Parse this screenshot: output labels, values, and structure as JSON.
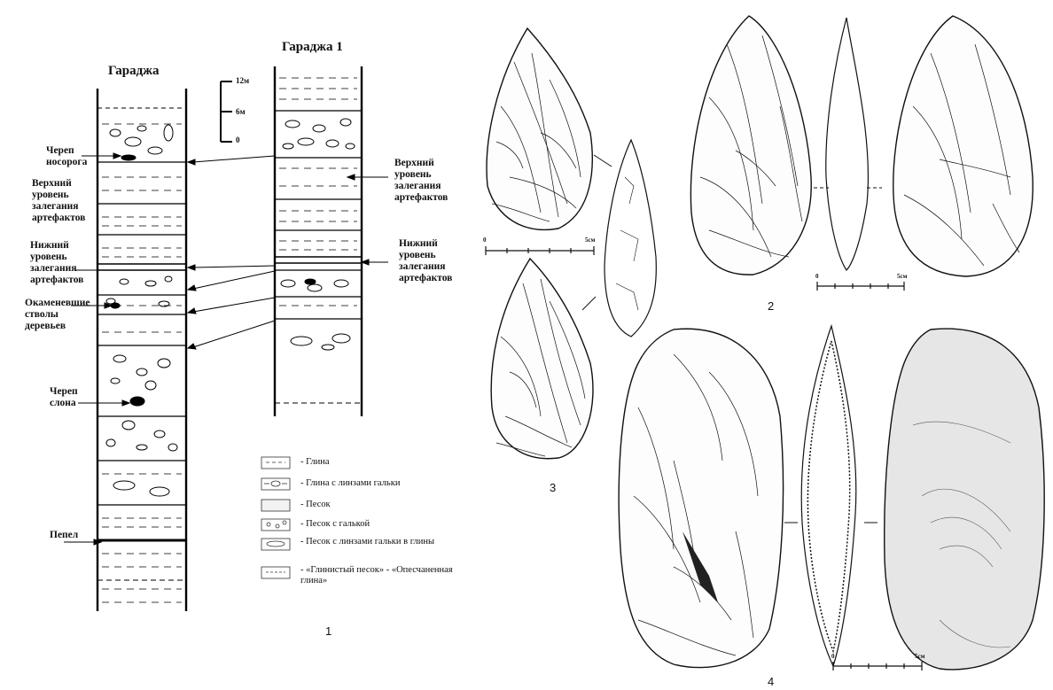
{
  "columns": {
    "left_title": "Гараджа",
    "right_title": "Гараджа 1"
  },
  "scale": {
    "top": "12м",
    "mid": "6м",
    "bottom": "0"
  },
  "left_labels": {
    "rhino": "Череп\nносорога",
    "upper_level": "Верхний\nуровень\nзалегания\nартефактов",
    "lower_level": "Нижний\nуровень\nзалегания\nартефактов",
    "petrified": "Окаменевшие\nстволы\nдеревьев",
    "elephant": "Череп\nслона",
    "ash": "Пепел"
  },
  "right_labels": {
    "upper_level": "Верхний\nуровень\nзалегания\nартефактов",
    "lower_level": "Нижний\nуровень\nзалегания\nартефактов"
  },
  "legend": [
    "- Глина",
    "- Глина с линзами гальки",
    "- Песок",
    "- Песок с галькой",
    "- Песок с линзами гальки в глины",
    "- «Глинистый песок» - «Опесчаненная глина»"
  ],
  "figure_numbers": {
    "fig1": "1",
    "fig2": "2",
    "fig3": "3",
    "fig4": "4"
  },
  "tool_scales": {
    "fig3_scale": "5см",
    "fig2_scale": "5см",
    "fig4_scale": "5см",
    "zero": "0"
  }
}
